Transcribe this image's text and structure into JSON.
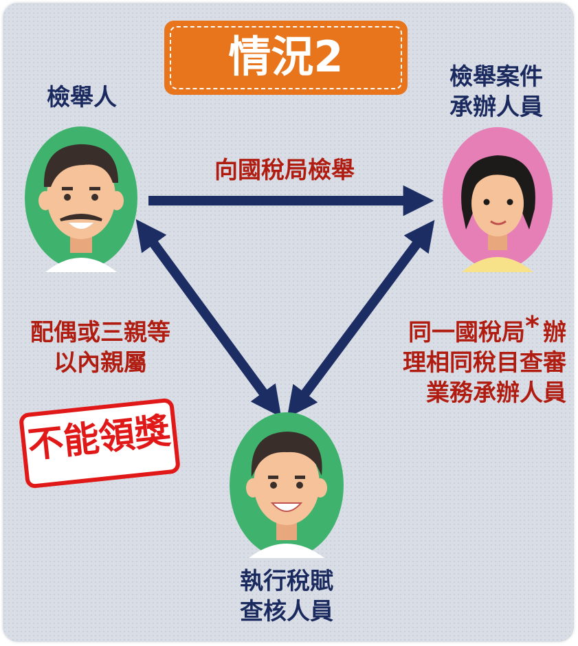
{
  "title": "情況2",
  "people": {
    "informant": "檢舉人",
    "case_officer": "檢舉案件\n承辦人員",
    "auditor": "執行稅賦\n查核人員"
  },
  "relations": {
    "report": "向國稅局檢舉",
    "relatives": "配偶或三親等\n以內親屬",
    "same_office_pre": "同一國稅局",
    "same_office_mark": "*",
    "same_office_post": "辦\n理相同稅目查審\n業務承辦人員"
  },
  "stamp": "不能領獎",
  "colors": {
    "arrow": "#1b2d63",
    "title_bg": "#e8751b",
    "label_navy": "#1a2a5e",
    "label_red": "#b01c0f",
    "stamp_red": "#e01818",
    "avatar_green": "#3fb36d",
    "avatar_pink": "#e77fb7"
  }
}
